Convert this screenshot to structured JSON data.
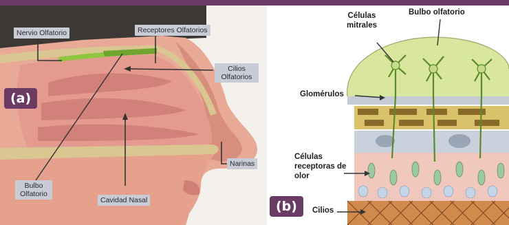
{
  "panel_a": {
    "badge": "(a)",
    "labels": {
      "nervio_olfatorio": "Nervio Olfatorio",
      "receptores_olfatorios": "Receptores Olfatorios",
      "cilios_olfatorios": "Cilios Olfatorios",
      "narinas": "Narinas",
      "bulbo_olfatorio": "Bulbo Olfatorio",
      "cavidad_nasal": "Cavidad Nasal"
    }
  },
  "panel_b": {
    "badge": "(b)",
    "labels": {
      "celulas_mitrales": "Células mitrales",
      "bulbo_olfatorio": "Bulbo olfatorio",
      "glomerulos": "Glomérulos",
      "celulas_receptoras": "Células receptoras de olor",
      "cilios": "Cilios"
    }
  },
  "colors": {
    "top_bar": "#6b3b63",
    "skin": "#e8aa96",
    "nasal_cavity": "#e59a90",
    "bone": "#d9c690",
    "nerve": "#8fc63f",
    "bulb": "#d8e69e",
    "label_bg": "#c9cbd6"
  }
}
